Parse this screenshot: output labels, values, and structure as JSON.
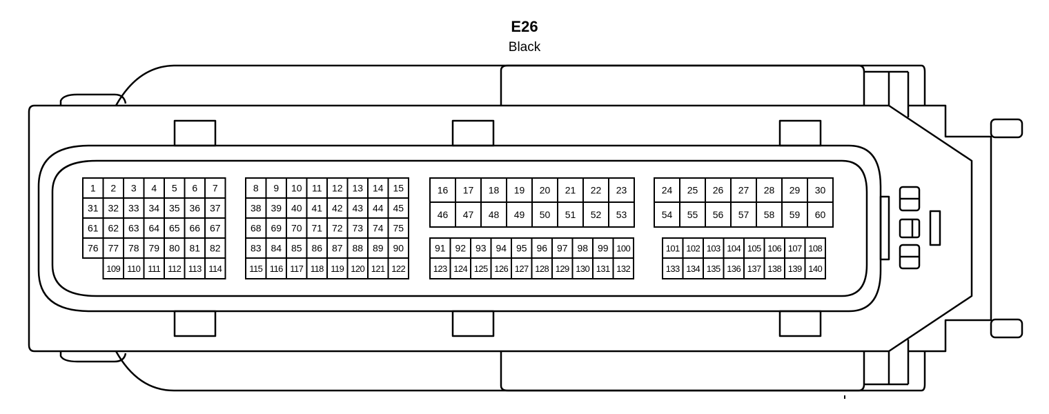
{
  "connector": {
    "name": "E26",
    "color": "Black"
  },
  "pin_groups": [
    {
      "id": "group1",
      "rows": [
        [
          1,
          2,
          3,
          4,
          5,
          6,
          7
        ],
        [
          31,
          32,
          33,
          34,
          35,
          36,
          37
        ],
        [
          61,
          62,
          63,
          64,
          65,
          66,
          67
        ],
        [
          76,
          77,
          78,
          79,
          80,
          81,
          82
        ],
        [
          null,
          109,
          110,
          111,
          112,
          113,
          114
        ]
      ]
    },
    {
      "id": "group2",
      "rows": [
        [
          8,
          9,
          10,
          11,
          12,
          13,
          14,
          15
        ],
        [
          38,
          39,
          40,
          41,
          42,
          43,
          44,
          45
        ],
        [
          68,
          69,
          70,
          71,
          72,
          73,
          74,
          75
        ],
        [
          83,
          84,
          85,
          86,
          87,
          88,
          89,
          90
        ],
        [
          115,
          116,
          117,
          118,
          119,
          120,
          121,
          122
        ]
      ]
    },
    {
      "id": "group3",
      "rows": [
        [
          16,
          17,
          18,
          19,
          20,
          21,
          22,
          23
        ],
        [
          46,
          47,
          48,
          49,
          50,
          51,
          52,
          53
        ],
        [
          91,
          92,
          93,
          94,
          95,
          96,
          97,
          98,
          99,
          100
        ],
        [
          123,
          124,
          125,
          126,
          127,
          128,
          129,
          130,
          131,
          132
        ]
      ]
    },
    {
      "id": "group4",
      "rows": [
        [
          24,
          25,
          26,
          27,
          28,
          29,
          30
        ],
        [
          54,
          55,
          56,
          57,
          58,
          59,
          60
        ],
        [
          101,
          102,
          103,
          104,
          105,
          106,
          107,
          108
        ],
        [
          133,
          134,
          135,
          136,
          137,
          138,
          139,
          140
        ]
      ]
    }
  ]
}
